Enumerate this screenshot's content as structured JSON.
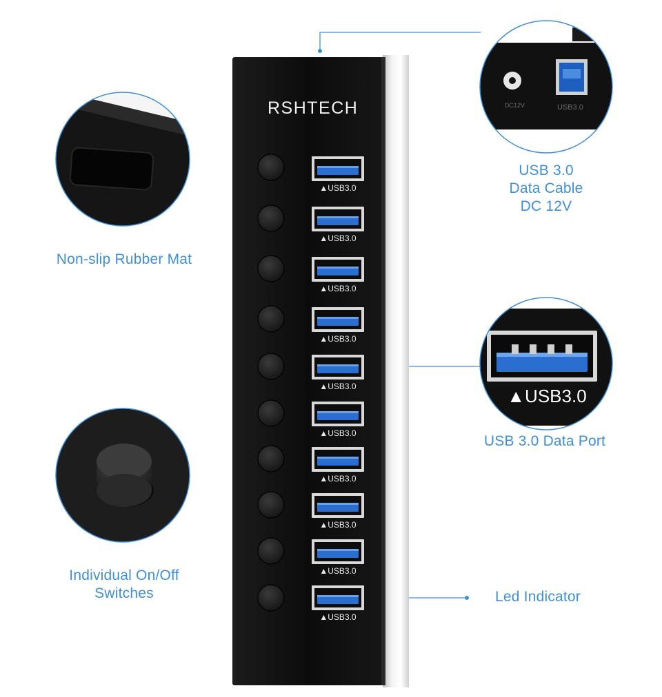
{
  "brand": "RSHTECH",
  "port_label": "▲USB3.0",
  "callouts": {
    "rubber_mat": "Non-slip Rubber Mat",
    "switches_line1": "Individual On/Off",
    "switches_line2": "Switches",
    "cable_line1": "USB 3.0",
    "cable_line2": "Data Cable",
    "cable_line3": "DC 12V",
    "data_port": "USB 3.0 Data Port",
    "led": "Led Indicator"
  },
  "zoom_port_label": "▲USB3.0",
  "zoom_dc_label": "DC12V",
  "zoom_usb_label": "USB3.0",
  "colors": {
    "accent": "#3f8fd8",
    "hub_body": "#111111",
    "usb_blue": "#2a6fd0"
  }
}
